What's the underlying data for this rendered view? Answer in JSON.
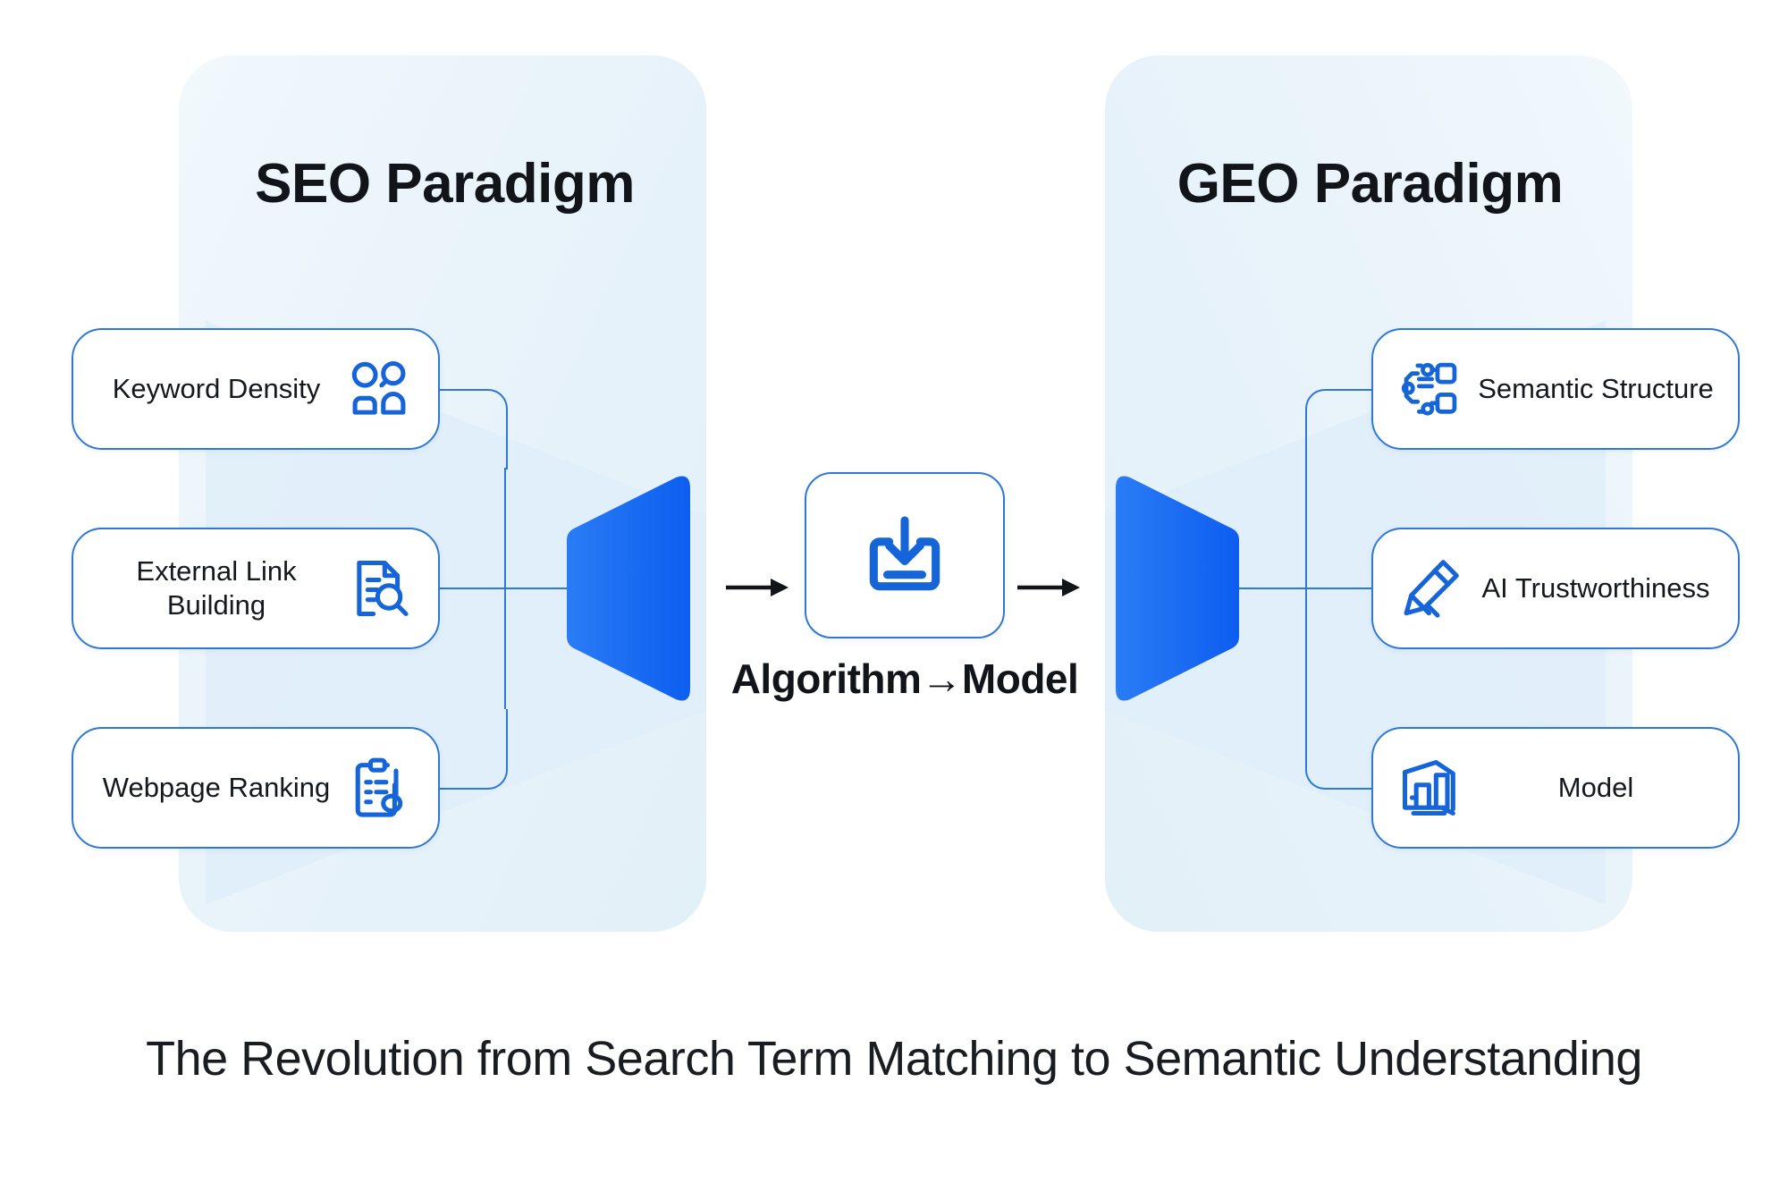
{
  "colors": {
    "accent_blue": "#1565d8",
    "card_border": "#2f78d6",
    "funnel_blue": "#1a6ef0",
    "panel_bg": "#e8f3fa",
    "wedge": "#dfeefa",
    "text_dark": "#111418",
    "background": "#ffffff"
  },
  "left_section": {
    "title": "SEO Paradigm",
    "cards": [
      {
        "label": "Keyword Density",
        "icon": "grid-shapes-icon"
      },
      {
        "label": "External Link Building",
        "icon": "document-search-icon"
      },
      {
        "label": "Webpage Ranking",
        "icon": "clipboard-checklist-icon"
      }
    ],
    "funnel": "funnel-left-shape"
  },
  "center": {
    "icon": "download-icon",
    "label": "Algorithm→Model",
    "arrow_in": "arrow-right-icon",
    "arrow_out": "arrow-right-icon"
  },
  "right_section": {
    "title": "GEO Paradigm",
    "cards": [
      {
        "label": "Semantic Structure",
        "icon": "semantic-network-icon"
      },
      {
        "label": "AI Trustworthiness",
        "icon": "pencil-edit-icon"
      },
      {
        "label": "Model",
        "icon": "bar-chart-building-icon"
      }
    ],
    "funnel": "funnel-right-shape"
  },
  "caption": "The Revolution from Search Term Matching to Semantic Understanding"
}
